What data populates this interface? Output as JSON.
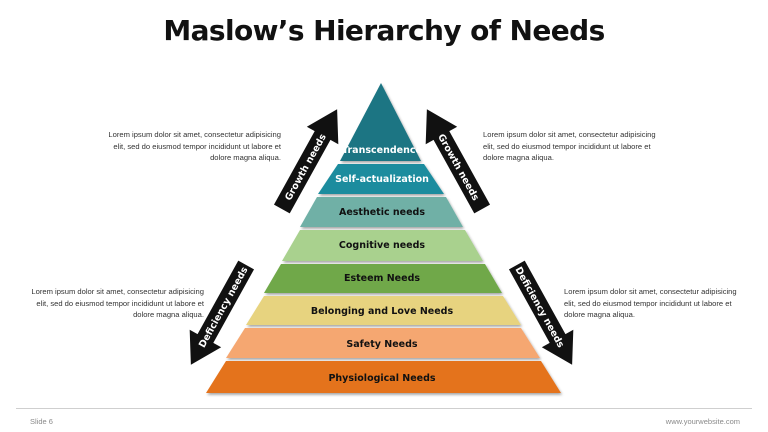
{
  "title": "Maslow’s Hierarchy of Needs",
  "levels": [
    {
      "label": "Transcendence",
      "color": "#1d7583"
    },
    {
      "label": "Self-actualization",
      "color": "#1b8c9e"
    },
    {
      "label": "Aesthetic needs",
      "color": "#6fb0a6"
    },
    {
      "label": "Cognitive needs",
      "color": "#a9d18e"
    },
    {
      "label": "Esteem Needs",
      "color": "#6fa84a"
    },
    {
      "label": "Belonging and Love Needs",
      "color": "#e7d37f"
    },
    {
      "label": "Safety Needs",
      "color": "#f5a771"
    },
    {
      "label": "Physiological Needs",
      "color": "#e4731f"
    }
  ],
  "arrows": {
    "growth_left": "Growth needs",
    "growth_right": "Growth needs",
    "deficiency_left": "Deficiency needs",
    "deficiency_right": "Deficiency needs"
  },
  "descriptions": {
    "top_left": "Lorem ipsum dolor sit amet, consectetur adipisicing elit, sed do eiusmod tempor incididunt ut labore et dolore magna aliqua.",
    "top_right": "Lorem ipsum dolor sit amet, consectetur adipisicing elit, sed do eiusmod tempor incididunt ut labore et dolore magna aliqua.",
    "bottom_left": "Lorem ipsum dolor sit amet, consectetur adipisicing elit, sed do eiusmod tempor incididunt ut labore et dolore magna aliqua.",
    "bottom_right": "Lorem ipsum dolor sit amet, consectetur adipisicing elit, sed do eiusmod tempor incididunt ut labore et dolore magna aliqua."
  },
  "footer": {
    "slide": "Slide 6",
    "website": "www.yourwebsite.com"
  }
}
